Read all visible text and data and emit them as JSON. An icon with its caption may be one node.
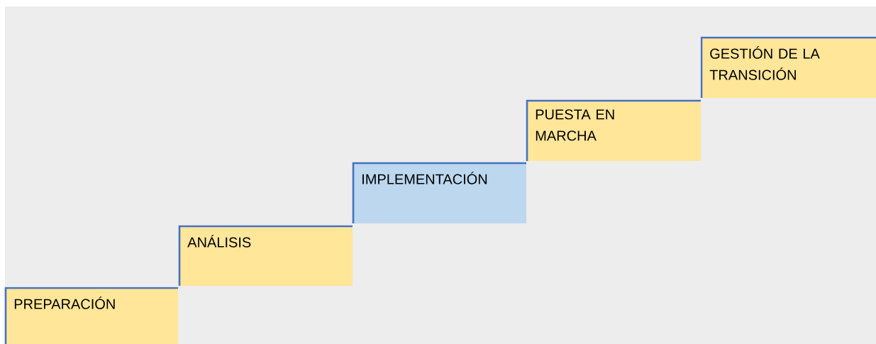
{
  "diagram": {
    "nodes": [
      {
        "text": [
          "PREPARACIÓN"
        ]
      },
      {
        "text": [
          "ANÁLISIS"
        ]
      },
      {
        "text": [
          "IMPLEMENTACIÓN"
        ]
      },
      {
        "text": [
          "PUESTA EN MARCHA"
        ]
      },
      {
        "text": [
          "GESTIÓN DE LA TRANSICIÓN"
        ]
      }
    ]
  }
}
